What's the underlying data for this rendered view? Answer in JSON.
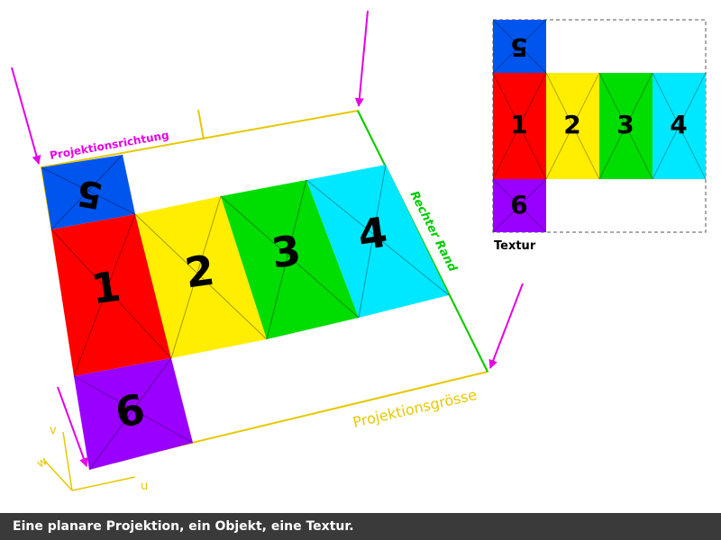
{
  "labels": {
    "projection_direction": "Projektionsrichtung",
    "right_edge": "Rechter Rand",
    "projection_size": "Projektionsgrösse",
    "texture": "Textur",
    "axis_u": "u",
    "axis_v": "v",
    "axis_w": "w"
  },
  "faces": [
    {
      "number": "1",
      "color": "#ff0000"
    },
    {
      "number": "2",
      "color": "#ffee00"
    },
    {
      "number": "3",
      "color": "#00dd00"
    },
    {
      "number": "4",
      "color": "#00e8ff"
    },
    {
      "number": "5",
      "color": "#0055ee"
    },
    {
      "number": "6",
      "color": "#9900ff"
    }
  ],
  "colors": {
    "arrow": "#e600e6",
    "projection_frame": "#e6c800",
    "right_edge_line": "#00cc00",
    "caption_bg": "#3a3a3a"
  },
  "caption": "Eine planare Projektion, ein Objekt, eine Textur."
}
